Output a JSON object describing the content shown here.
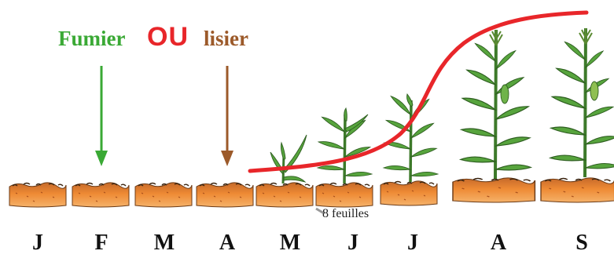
{
  "labels": {
    "fumier": "Fumier",
    "ou": "OU",
    "lisier": "lisier",
    "feuilles": "8 feuilles"
  },
  "months": [
    "J",
    "F",
    "M",
    "A",
    "M",
    "J",
    "J",
    "A",
    "S"
  ],
  "colors": {
    "fumier": "#3aa935",
    "ou": "#e8262a",
    "lisier": "#9c5a2a",
    "curve": "#e8262a",
    "soil": "#e8872e",
    "plant": "#4f9a3a"
  },
  "icons": [
    "down-arrow-icon",
    "soil-clod-icon",
    "corn-plant-icon",
    "growth-curve"
  ]
}
